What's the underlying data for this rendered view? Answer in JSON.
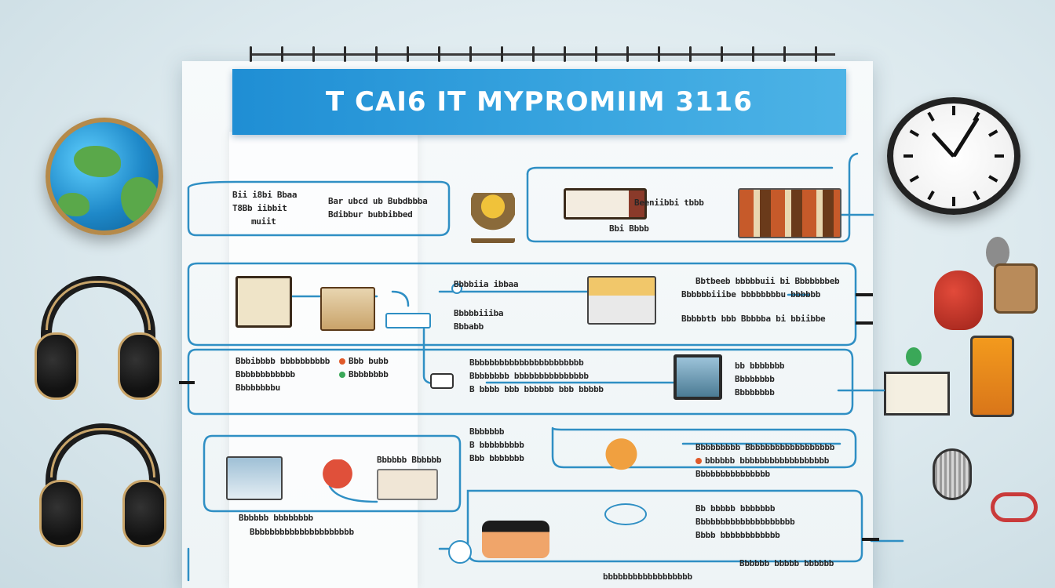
{
  "banner": {
    "title": "T CAI6 IT   MYPROMIIM 3116"
  },
  "blocks": {
    "b1": [
      "Bii i8bi Bbaa",
      "T8Bb iibbit",
      "muiit"
    ],
    "b2": [
      "Bar ubcd ub Bubdbbba",
      "Bdibbur bubbibbed"
    ],
    "b3": [
      "Beeniibbi tbbb",
      "Bbi Bbbb"
    ],
    "b4": [
      "Bbbbiia ibbaa",
      "Bbbbbiiiba",
      "Bbbabb"
    ],
    "b5": [
      "Bbtbeeb bbbbbuii bi Bbbbbbbeb",
      "Bbbbbbiiibe bbbbbbbbu bbbbbb",
      "Bbbbbtb bbb Bbbbba bi bbiibbe"
    ],
    "b6": [
      "Bbbibbbb bbbbbbbbbb",
      "Bbbbbbbbbbbb",
      "Bbbbbbbbu"
    ],
    "b7": [
      "Bbb bubb",
      "Bbbbbbbb"
    ],
    "b8": [
      "Bbbbbbbbbbbbbbbbbbbbbbb",
      "Bbbbbbbb bbbbbbbbbbbbbbb",
      "B bbbb bbb bbbbbb bbb bbbbb"
    ],
    "b9": [
      "bb bbbbbbb",
      "Bbbbbbbb",
      "Bbbbbbbb"
    ],
    "b10": [
      "Bbbbbbb",
      "B bbbbbbbbb",
      "Bbb bbbbbbb"
    ],
    "b11": [
      "Bbbbbb Bbbbbb"
    ],
    "b12": [
      "Bbbbbbbbb Bbbbbbbbbbbbbbbbbb",
      "bbbbbb bbbbbbbbbbbbbbbbbb",
      "Bbbbbbbbbbbbbbb"
    ],
    "b13": [
      "Bbbbbb bbbbbbbb"
    ],
    "b14": [
      "Bbbbbbbbbbbbbbbbbbbbb"
    ],
    "b15": [
      "Bb bbbbb bbbbbbb",
      "Bbbbbbbbbbbbbbbbbbbb",
      "Bbbb bbbbbbbbbbbb"
    ],
    "b16": [
      "Bbbbbb bbbbb bbbbbb",
      "bbbbbbbbbbbbbbbbbb"
    ]
  },
  "colors": {
    "accent": "#2a9fd6",
    "line": "#2f8fc4",
    "banner": "#1f8ed4"
  }
}
